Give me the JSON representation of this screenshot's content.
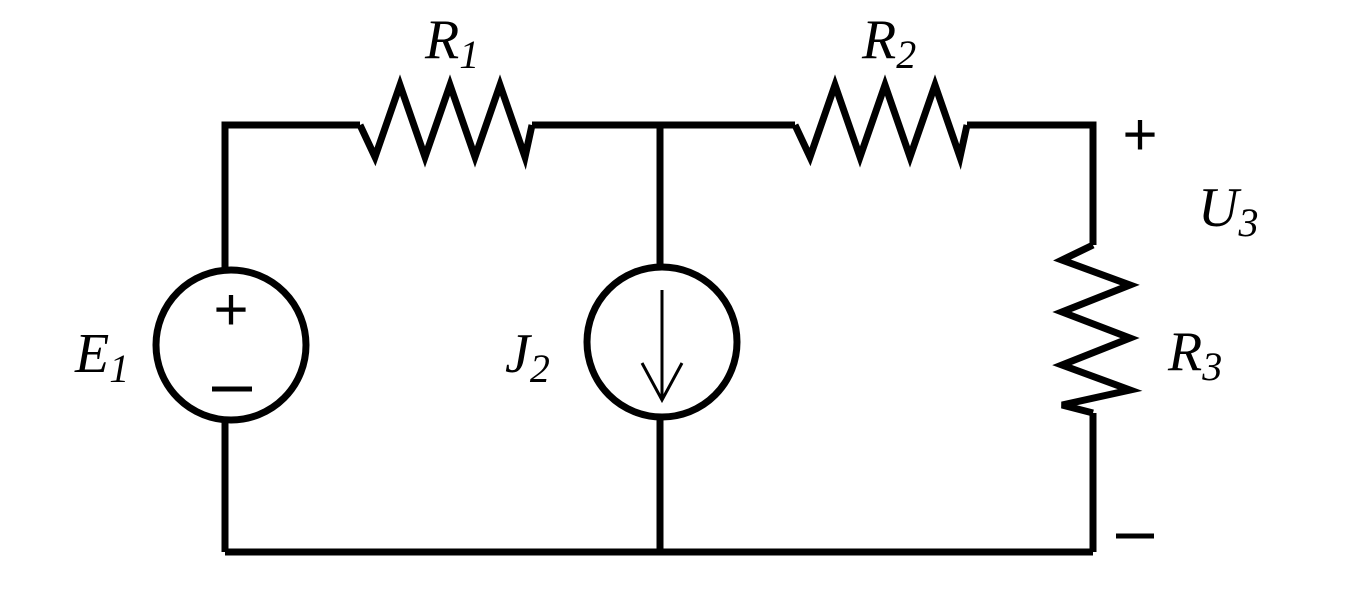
{
  "components": {
    "R1": {
      "label": "R",
      "sub": "1"
    },
    "R2": {
      "label": "R",
      "sub": "2"
    },
    "R3": {
      "label": "R",
      "sub": "3"
    },
    "E1": {
      "label": "E",
      "sub": "1"
    },
    "J2": {
      "label": "J",
      "sub": "2"
    },
    "U3": {
      "label": "U",
      "sub": "3"
    }
  },
  "signs": {
    "plus": "+",
    "minus": "−"
  }
}
